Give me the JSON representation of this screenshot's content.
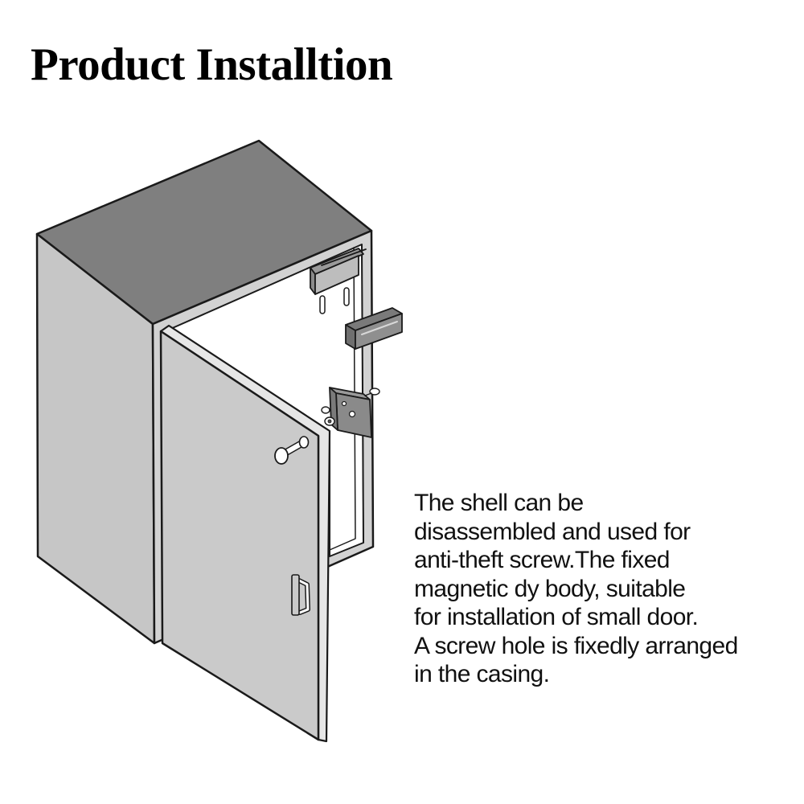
{
  "title": "Product Installtion",
  "description": [
    "The shell can be",
    "disassembled and used for",
    "anti-theft screw.The fixed",
    "magnetic dy body, suitable",
    "for installation of small door.",
    "A screw hole is fixedly arranged",
    "in the casing."
  ],
  "colors": {
    "cabinet_top": "#7f7f7f",
    "cabinet_side": "#c6c6c6",
    "door_face": "#cacaca",
    "cabinet_interior": "#ffffff",
    "lock_parts": "#8a8a8a",
    "outline": "#1a1a1a",
    "text": "#111111"
  },
  "icons": [
    "cabinet-icon",
    "door-icon",
    "magnetic-lock-icon",
    "armature-plate-icon",
    "door-knob-icon",
    "door-handle-icon",
    "screw-icon"
  ]
}
